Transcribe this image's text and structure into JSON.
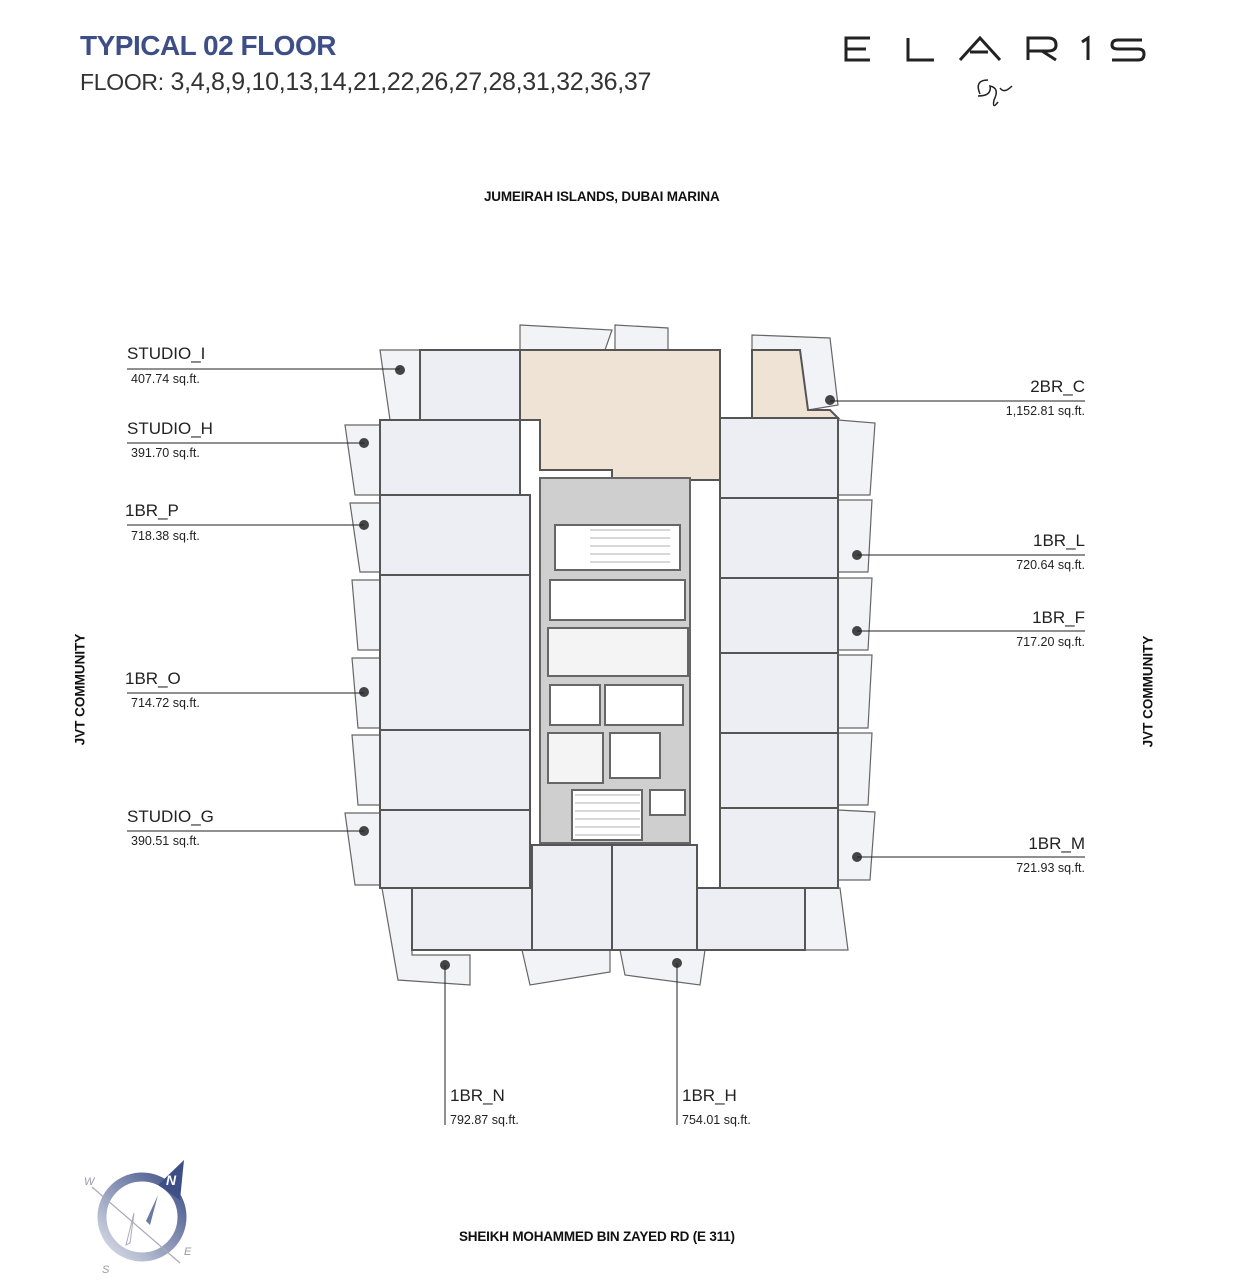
{
  "header": {
    "title": "TYPICAL 02 FLOOR",
    "floors_label": "FLOOR:",
    "floors_list": "3,4,8,9,10,13,14,21,22,26,27,28,31,32,36,37"
  },
  "logo": {
    "brand": "ELARIS",
    "sub": "Sky"
  },
  "surroundings": {
    "north": "JUMEIRAH ISLANDS, DUBAI MARINA",
    "south": "SHEIKH MOHAMMED BIN ZAYED RD (E 311)",
    "west": "JVT COMMUNITY",
    "east": "JVT COMMUNITY"
  },
  "units": [
    {
      "name": "STUDIO_I",
      "area": "407.74 sq.ft."
    },
    {
      "name": "STUDIO_H",
      "area": "391.70 sq.ft."
    },
    {
      "name": "1BR_P",
      "area": "718.38 sq.ft."
    },
    {
      "name": "1BR_O",
      "area": "714.72 sq.ft."
    },
    {
      "name": "STUDIO_G",
      "area": "390.51 sq.ft."
    },
    {
      "name": "2BR_C",
      "area": "1,152.81 sq.ft."
    },
    {
      "name": "1BR_L",
      "area": "720.64 sq.ft."
    },
    {
      "name": "1BR_F",
      "area": "717.20 sq.ft."
    },
    {
      "name": "1BR_M",
      "area": "721.93 sq.ft."
    },
    {
      "name": "1BR_N",
      "area": "792.87 sq.ft."
    },
    {
      "name": "1BR_H",
      "area": "754.01 sq.ft."
    }
  ],
  "compass": {
    "n": "N",
    "e": "E",
    "s": "S",
    "w": "W"
  },
  "colors": {
    "title": "#3d4f86",
    "unit_fill": "#eceef4",
    "highlight_fill": "#efe3d6",
    "wall": "#555555",
    "core": "#cfcfcf"
  }
}
